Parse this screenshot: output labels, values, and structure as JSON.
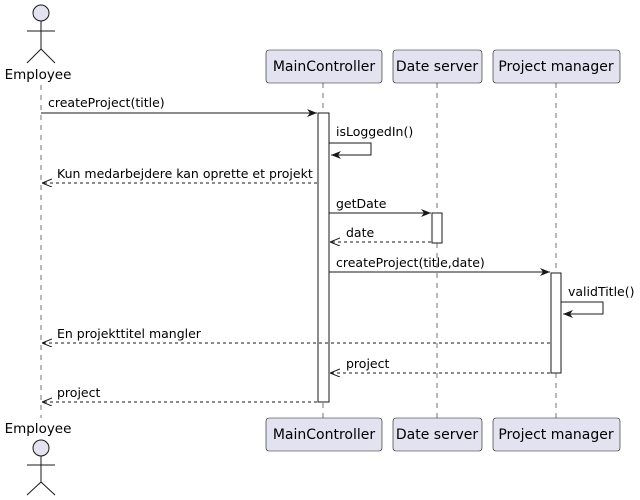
{
  "participants": {
    "employee": "Employee",
    "main": "MainController",
    "date": "Date server",
    "pm": "Project manager"
  },
  "messages": [
    "createProject(title)",
    "isLoggedIn()",
    "Kun medarbejdere kan oprette et projekt",
    "getDate",
    "date",
    "createProject(title,date)",
    "validTitle()",
    "En projekttitel mangler",
    "project",
    "project"
  ]
}
